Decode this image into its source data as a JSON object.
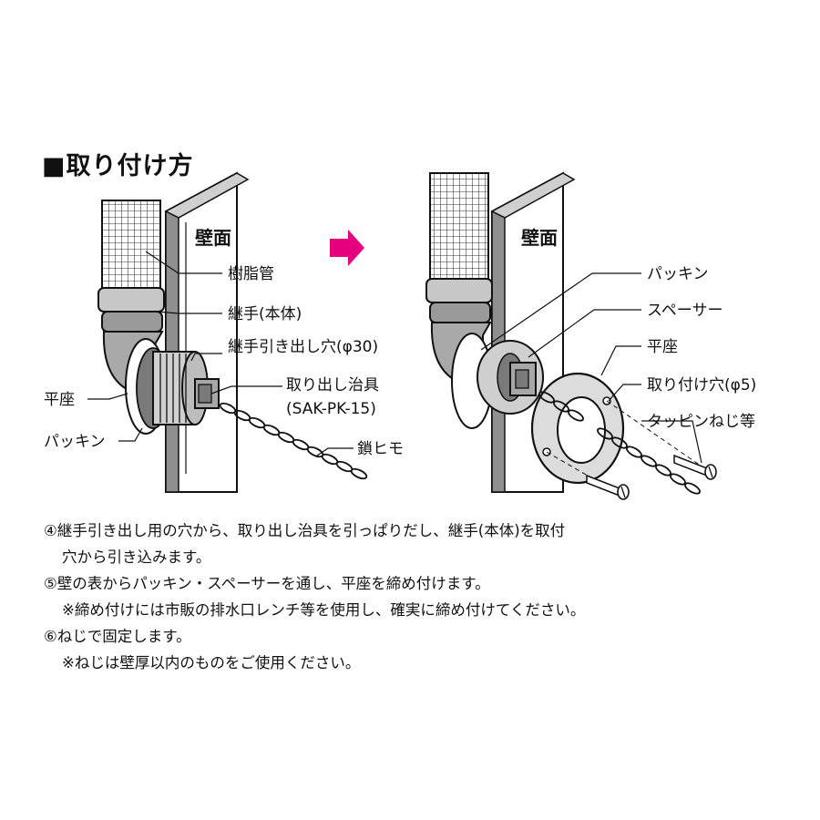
{
  "title": "■取り付け方",
  "left_panel": {
    "wall_label": "壁面",
    "labels": {
      "resin_pipe": "樹脂管",
      "fitting_body": "継手(本体)",
      "hole": "継手引き出し穴(φ30)",
      "tool": "取り出し治具",
      "tool_model": "(SAK-PK-15)",
      "flat_seat": "平座",
      "packing": "パッキン",
      "chain": "鎖ヒモ"
    }
  },
  "right_panel": {
    "wall_label": "壁面",
    "labels": {
      "packing": "パッキン",
      "spacer": "スペーサー",
      "flat_seat": "平座",
      "mount_hole": "取り付け穴(φ5)",
      "screw": "タッピンねじ等"
    }
  },
  "colors": {
    "arrow": "#e6007e",
    "part_gray": "#b8b8b8",
    "dark_gray": "#6f6f6f"
  },
  "steps": [
    {
      "lines": [
        "④継手引き出し用の穴から、取り出し治具を引っぱりだし、継手(本体)を取付",
        "穴から引き込みます。"
      ]
    },
    {
      "lines": [
        "⑤壁の表からパッキン・スペーサーを通し、平座を締め付けます。",
        "※締め付けには市販の排水口レンチ等を使用し、確実に締め付けてください。"
      ]
    },
    {
      "lines": [
        "⑥ねじで固定します。",
        "※ねじは壁厚以内のものをご使用ください。"
      ]
    }
  ]
}
